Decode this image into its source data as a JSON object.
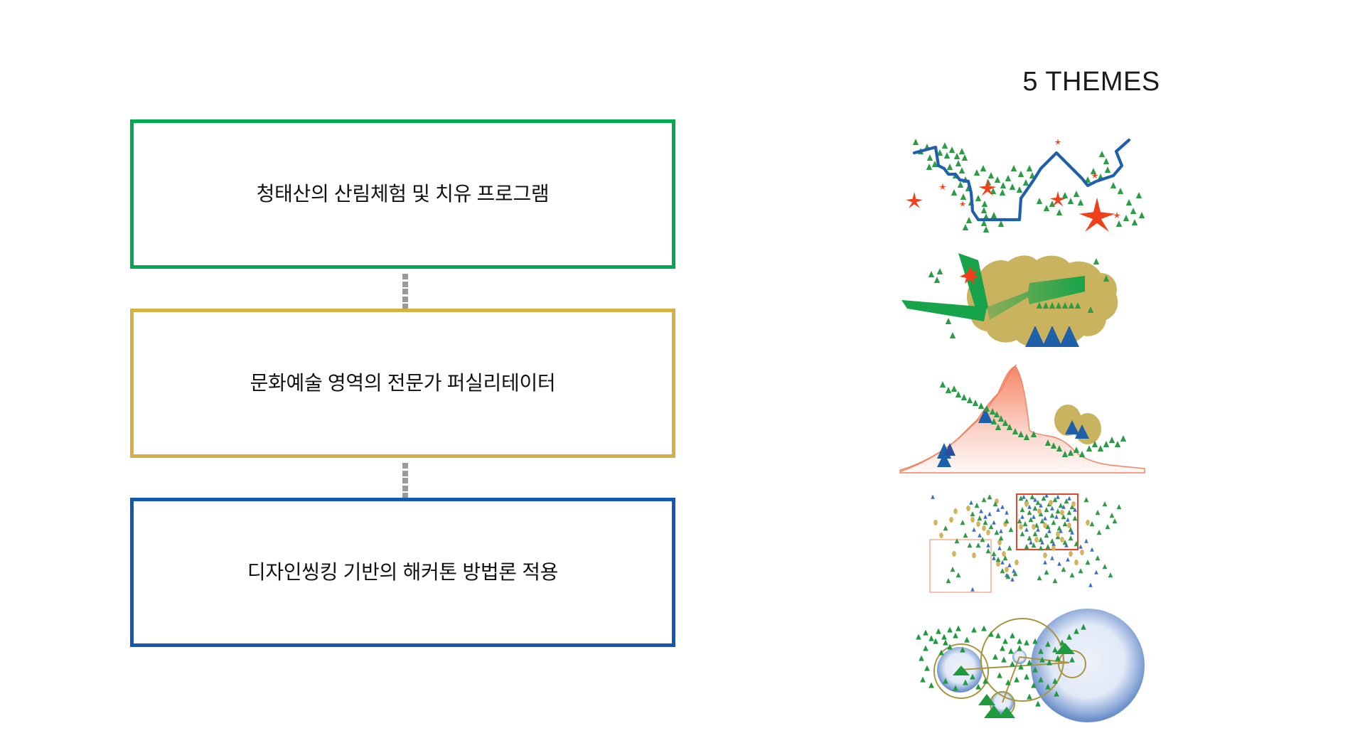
{
  "slide": {
    "background_color": "#FFFFFF"
  },
  "left_panel": {
    "boxes": [
      {
        "id": "theme-box-1",
        "label": "청태산의 산림체험 및 치유 프로그램",
        "border_color": "#00A84F"
      },
      {
        "id": "theme-box-2",
        "label": "문화예술 영역의 전문가 퍼실리테이터",
        "border_color": "#D5B044"
      },
      {
        "id": "theme-box-3",
        "label": "디자인씽킹 기반의 해커톤 방법론 적용",
        "border_color": "#1158AE"
      }
    ],
    "connectors": [
      {
        "id": "connector-1",
        "style": "dotted",
        "dot_count": 5,
        "color": "#9A9A9A"
      },
      {
        "id": "connector-2",
        "style": "dotted",
        "dot_count": 5,
        "color": "#9A9A9A"
      }
    ]
  },
  "right_panel": {
    "title": "5 THEMES",
    "figures": [
      {
        "id": "figure-1",
        "name": "boundary-path-map",
        "description": "blue polyline route with green tree markers and red starburst markers",
        "colors": {
          "path": "#1F5FAE",
          "tree": "#2E9B46",
          "star": "#F0401A"
        }
      },
      {
        "id": "figure-2",
        "name": "region-blob-map",
        "description": "khaki region blob with green arrow flows, blue triangles and a red star",
        "colors": {
          "region": "#C9B35E",
          "arrow": "#17A34A",
          "blue_triangle": "#1D5FA8",
          "star": "#F0401A"
        }
      },
      {
        "id": "figure-3",
        "name": "terrain-elevation-map",
        "description": "salmon mountain elevation profile with tree line, blue triangles and khaki ellipses",
        "colors": {
          "terrain": "#F4805F",
          "tree": "#2E9B46",
          "blue_triangle": "#1D5FA8",
          "ellipse": "#C9B35E"
        }
      },
      {
        "id": "figure-4",
        "name": "point-density-scatter-map",
        "description": "scatter of green and blue triangles and khaki dots with a dense red selection box and a sparse pale box",
        "colors": {
          "dense_box": "#E8442A",
          "sparse_box": "#F6B39E",
          "tree": "#2E9B46",
          "blue_triangle": "#3A6FC4",
          "dot": "#D3B45B"
        }
      },
      {
        "id": "figure-5",
        "name": "bubble-cluster-map",
        "description": "graduated blue bubbles linked by khaki circle outlines over green tree markers",
        "colors": {
          "bubble": "#6C8FCB",
          "ring": "#A79540",
          "tree": "#1E9B3E"
        }
      }
    ]
  }
}
